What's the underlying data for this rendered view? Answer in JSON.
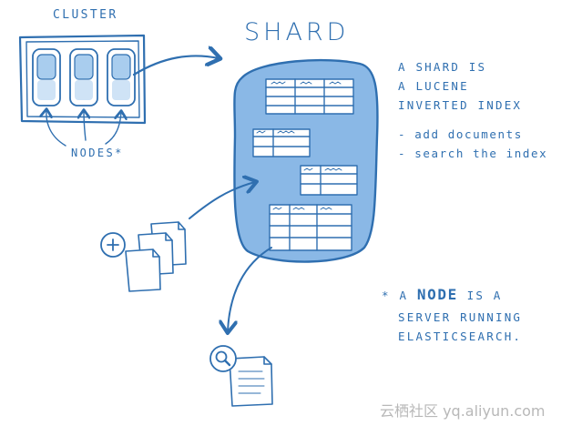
{
  "labels": {
    "cluster": "CLUSTER",
    "shard": "SHARD",
    "nodes": "NODES*"
  },
  "description": {
    "line1": "A SHARD IS",
    "line2": "A LUCENE",
    "line3": "INVERTED INDEX",
    "bullet1": "- add documents",
    "bullet2": "- search the index"
  },
  "footnote": {
    "star_prefix": "* A",
    "node_word": "NODE",
    "rest_line1": "IS A",
    "line2": "SERVER RUNNING",
    "line3": "ELASTICSEARCH."
  },
  "watermark": "云栖社区 yq.aliyun.com",
  "icons": {
    "add": "plus-circle-icon",
    "documents": "documents-stack-icon",
    "search": "magnifier-icon",
    "search_document": "document-icon"
  },
  "colors": {
    "ink": "#2f6fb0",
    "shard_fill": "#8ab8e6",
    "node_fill": "#a9cdee",
    "table_fill": "#ffffff",
    "watermark": "#b8b8b8"
  }
}
